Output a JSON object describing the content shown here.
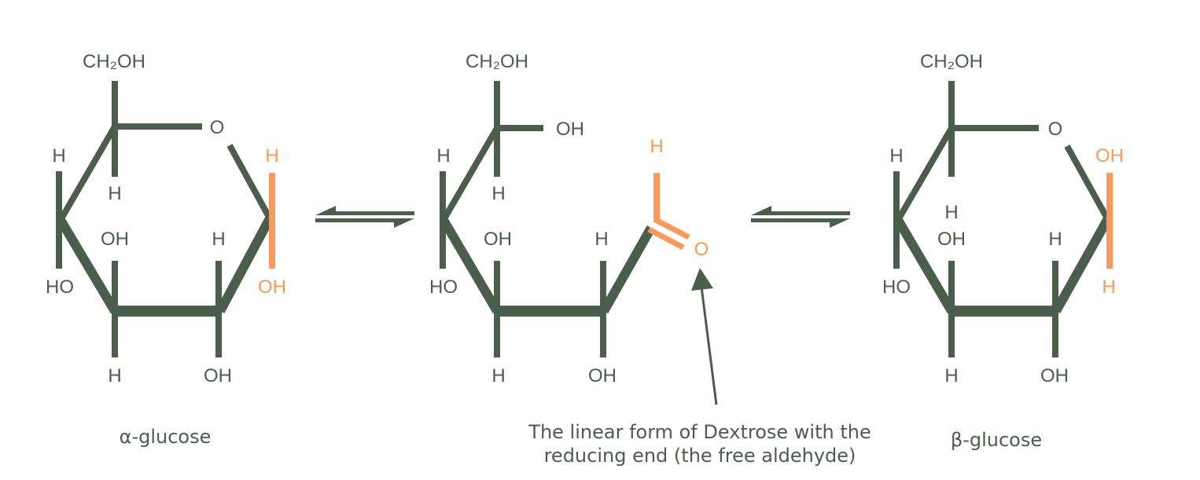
{
  "colors": {
    "main": "#4a5e4b",
    "highlight": "#f79a5c",
    "background": "#ffffff"
  },
  "alpha": {
    "label": "α-glucose",
    "atoms": {
      "ch2oh": "CH₂OH",
      "ring_o": "O",
      "c4_h": "H",
      "c5_h": "H",
      "c1_top": "H",
      "c3_oh": "OH",
      "c2_h": "H",
      "c4_ho": "HO",
      "c1_bottom": "OH",
      "c3_h": "H",
      "c2_oh": "OH"
    }
  },
  "linear": {
    "label": "The linear form of Dextrose with the reducing end (the free aldehyde)",
    "label_line1": "The linear form of Dextrose with the",
    "label_line2": "reducing end (the free aldehyde)",
    "atoms": {
      "ch2oh": "CH₂OH",
      "c5_oh": "OH",
      "c4_h": "H",
      "c5_h": "H",
      "ald_h": "H",
      "c3_oh": "OH",
      "c2_h": "H",
      "ald_o": "O",
      "c4_ho": "HO",
      "c3_h": "H",
      "c2_oh": "OH"
    }
  },
  "beta": {
    "label": "β-glucose",
    "atoms": {
      "ch2oh": "CH₂OH",
      "ring_o": "O",
      "c4_h": "H",
      "c1_top": "OH",
      "c5_h": "H",
      "c3_oh": "OH",
      "c2_h": "H",
      "c4_ho": "HO",
      "c1_bottom": "H",
      "c3_h": "H",
      "c2_oh": "OH"
    }
  },
  "equilibrium_arrows": [
    {
      "from": "α-glucose",
      "to": "linear form"
    },
    {
      "from": "linear form",
      "to": "β-glucose"
    }
  ]
}
